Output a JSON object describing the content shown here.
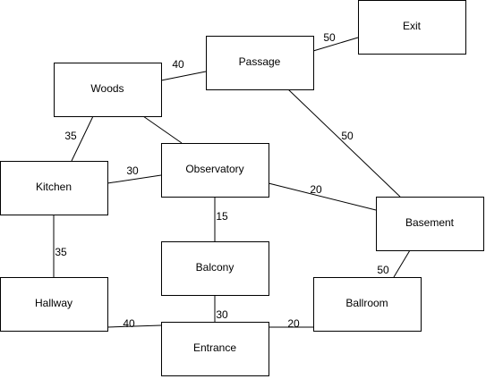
{
  "nodes": [
    {
      "id": "exit",
      "label": "Exit"
    },
    {
      "id": "passage",
      "label": "Passage"
    },
    {
      "id": "woods",
      "label": "Woods"
    },
    {
      "id": "kitchen",
      "label": "Kitchen"
    },
    {
      "id": "observatory",
      "label": "Observatory"
    },
    {
      "id": "basement",
      "label": "Basement"
    },
    {
      "id": "balcony",
      "label": "Balcony"
    },
    {
      "id": "hallway",
      "label": "Hallway"
    },
    {
      "id": "ballroom",
      "label": "Ballroom"
    },
    {
      "id": "entrance",
      "label": "Entrance"
    }
  ],
  "edges": [
    {
      "from": "passage",
      "to": "exit",
      "weight": "50"
    },
    {
      "from": "woods",
      "to": "passage",
      "weight": "40"
    },
    {
      "from": "passage",
      "to": "basement",
      "weight": "50"
    },
    {
      "from": "woods",
      "to": "kitchen",
      "weight": "35"
    },
    {
      "from": "woods",
      "to": "observatory",
      "weight": ""
    },
    {
      "from": "kitchen",
      "to": "observatory",
      "weight": "30"
    },
    {
      "from": "observatory",
      "to": "basement",
      "weight": "20"
    },
    {
      "from": "observatory",
      "to": "balcony",
      "weight": "15"
    },
    {
      "from": "kitchen",
      "to": "hallway",
      "weight": "35"
    },
    {
      "from": "basement",
      "to": "ballroom",
      "weight": "50"
    },
    {
      "from": "balcony",
      "to": "entrance",
      "weight": "30"
    },
    {
      "from": "hallway",
      "to": "entrance",
      "weight": "40"
    },
    {
      "from": "ballroom",
      "to": "entrance",
      "weight": "20"
    }
  ]
}
